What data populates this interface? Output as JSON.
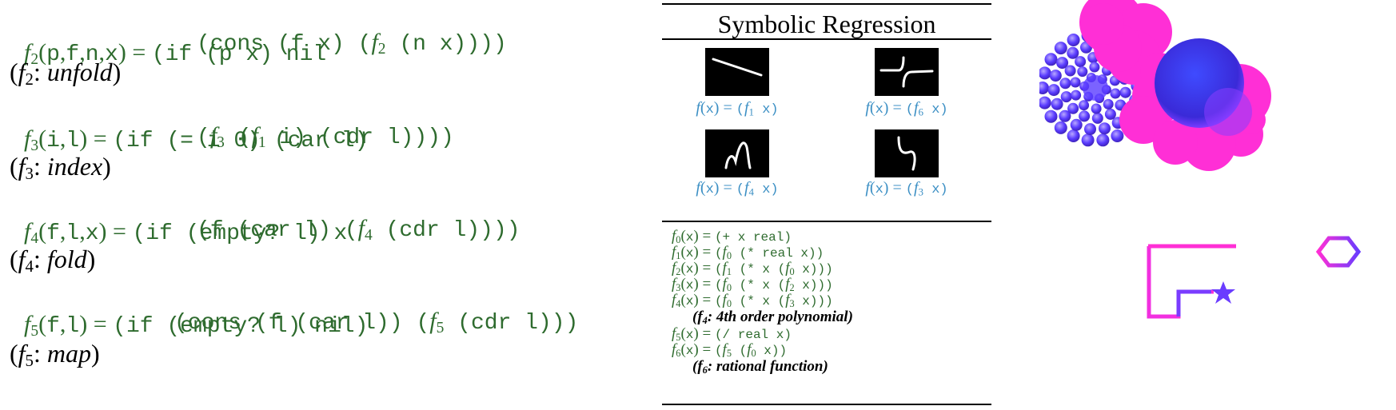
{
  "code": {
    "f2": {
      "sig": "f2(p,f,n,x) = ",
      "line1": "(if (p x) nil",
      "line2": "(cons (f x) (f2 (n x))))",
      "caption": "(f2: unfold)"
    },
    "f3": {
      "sig": "f3(i,l) = ",
      "line1": "(if (= i 0) (car l)",
      "line2": "(f3 (f1 i) (cdr l))))",
      "caption": "(f3: index)"
    },
    "f4": {
      "sig": "f4(f,l,x) = ",
      "line1": "(if (empty? l) x",
      "line2": "(f (car l) (f4 (cdr l))))",
      "caption": "(f4: fold)"
    },
    "f5": {
      "sig": "f5(f,l) = ",
      "line1": "(if (empty? l) nil)",
      "line2": "(cons (f (car l)) (f5 (cdr l)))",
      "caption": "(f5: map)"
    }
  },
  "symbolic_regression": {
    "title": "Symbolic Regression",
    "examples": [
      {
        "label": "f(x) = (f1 x)",
        "fn": "f1",
        "thumb": "line-plot"
      },
      {
        "label": "f(x) = (f6 x)",
        "fn": "f6",
        "thumb": "rational-plot"
      },
      {
        "label": "f(x) = (f4 x)",
        "fn": "f4",
        "thumb": "quartic-plot"
      },
      {
        "label": "f(x) = (f3 x)",
        "fn": "f3",
        "thumb": "cubic-plot"
      }
    ],
    "definitions": {
      "f0": "f0(x) = (+ x real)",
      "f1": "f1(x) = (f0 (* real x))",
      "f2": "f2(x) = (f1 (* x (f0 x)))",
      "f3": "f3(x) = (f0 (* x (f2 x)))",
      "f4": "f4(x) = (f0 (* x (f3 x)))",
      "f4_caption": "(f4: 4th order polynomial)",
      "f5": "f5(x) = (/ real x)",
      "f6": "f6(x) = (f5 (f0 x))",
      "f6_caption": "(f6: rational function)"
    }
  },
  "colors": {
    "code_green": "#2e6b2e",
    "formula_blue": "#3b8fc4",
    "magenta": "#ff2fd6",
    "violet": "#5a3cff"
  },
  "icons": [
    "dot-spiral-graphic",
    "magenta-cloud-graphic",
    "blue-sphere-graphic",
    "path-with-star-graphic",
    "hexagon-icon"
  ]
}
